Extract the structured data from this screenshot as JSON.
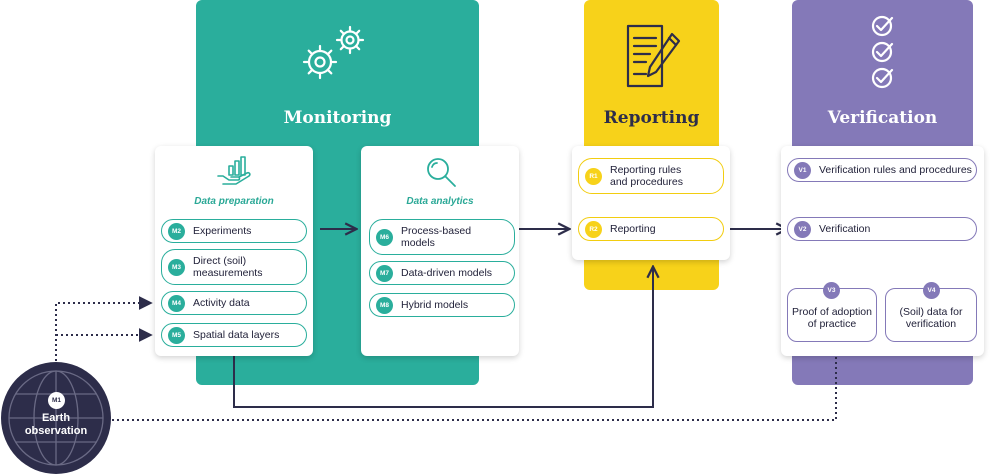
{
  "colors": {
    "teal": "#2aae9c",
    "yellow": "#f7d21a",
    "purple": "#8479b8",
    "navy": "#2d2d4a"
  },
  "monitoring": {
    "title": "Monitoring",
    "icon": "gears-icon",
    "data_preparation": {
      "heading": "Data preparation",
      "icon": "hand-chart-icon",
      "items": [
        {
          "code": "M2",
          "label": "Experiments"
        },
        {
          "code": "M3",
          "label": "Direct (soil) measurements"
        },
        {
          "code": "M4",
          "label": "Activity data"
        },
        {
          "code": "M5",
          "label": "Spatial data layers"
        }
      ]
    },
    "data_analytics": {
      "heading": "Data analytics",
      "icon": "magnifier-icon",
      "items": [
        {
          "code": "M6",
          "label": "Process-based models"
        },
        {
          "code": "M7",
          "label": "Data-driven models"
        },
        {
          "code": "M8",
          "label": "Hybrid models"
        }
      ]
    }
  },
  "reporting": {
    "title": "Reporting",
    "icon": "document-pen-icon",
    "items": [
      {
        "code": "R1",
        "label": "Reporting rules and procedures"
      },
      {
        "code": "R2",
        "label": "Reporting"
      }
    ]
  },
  "verification": {
    "title": "Verification",
    "icon": "checklist-icon",
    "items": [
      {
        "code": "V1",
        "label": "Verification rules and procedures"
      },
      {
        "code": "V2",
        "label": "Verification"
      },
      {
        "code": "V3",
        "label": "Proof of adoption of practice"
      },
      {
        "code": "V4",
        "label": "(Soil) data for verification"
      }
    ]
  },
  "earth_observation": {
    "code": "M1",
    "label": "Earth observation",
    "icon": "globe-icon"
  }
}
